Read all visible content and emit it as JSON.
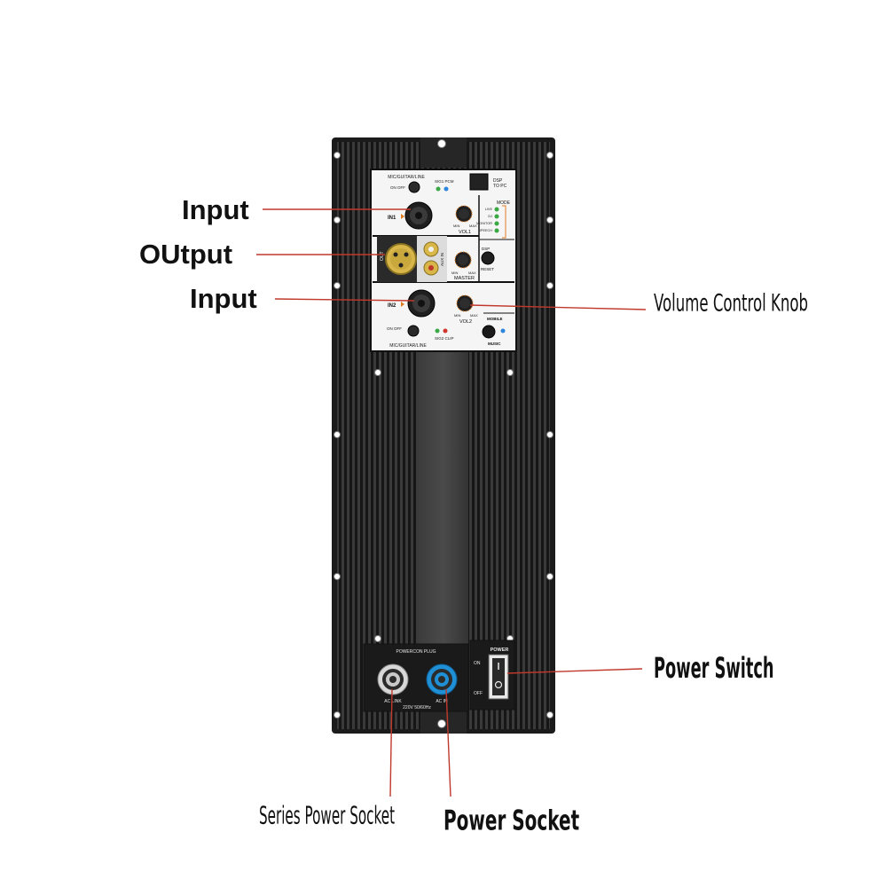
{
  "callouts": {
    "input1": "Input",
    "output": "OUtput",
    "input2": "Input",
    "volume_knob": "Volume Control Knob",
    "power_switch": "Power Switch",
    "series_power_socket": "Series Power Socket",
    "power_socket": "Power Socket"
  },
  "panel": {
    "mic_guitar_line": "MIC/GUITAR/LINE",
    "on": "ON",
    "off": "OFF",
    "sig_pcm": "SIG1 PCM",
    "sig_clip": "SIG2 CLIP",
    "dsp_to_pc_1": "DSP",
    "dsp_to_pc_2": "TO PC",
    "in1": "IN1",
    "in2": "IN2",
    "min": "MIN",
    "max": "MAX",
    "vol1": "VOL1",
    "vol2": "VOL2",
    "master": "MASTER",
    "mode": "MODE",
    "modes": [
      "LIVE",
      "DJ",
      "MONITOR",
      "SPEECH"
    ],
    "dsp": "DSP",
    "reset": "RESET",
    "out": "OUT",
    "aux_in": "AUX IN",
    "mobile": "MOBILE",
    "music": "MUSIC"
  },
  "power_panel": {
    "powercon_plug": "POWERCON PLUG",
    "ac_link": "AC LINK",
    "ac_in": "AC IN",
    "voltage": "220V 50/60Hz",
    "power": "POWER",
    "on": "ON",
    "off": "OFF"
  },
  "colors": {
    "callout_line": "#c0392b",
    "heatsink": "#1a1a1a",
    "fin": "#2f2f2f",
    "panel": "#f4f4f4",
    "led_green": "#3aa845",
    "led_blue": "#2e86de",
    "led_red": "#d0342c",
    "accent_orange": "#e07b1f",
    "socket_blue": "#1f8fd6"
  }
}
